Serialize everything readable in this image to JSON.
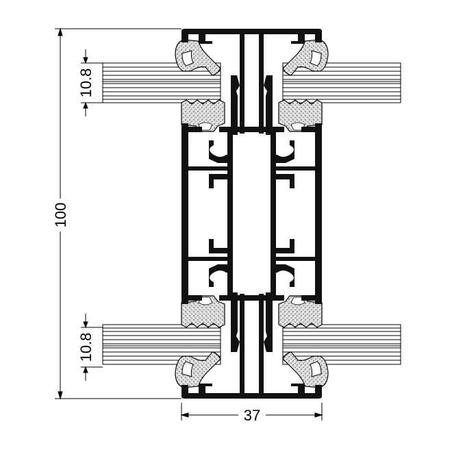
{
  "drawing": {
    "type": "mullion cross-section",
    "colors": {
      "profile": "#111111",
      "gasket": "#d0d0d0",
      "line": "#000000",
      "background": "#ffffff"
    }
  },
  "dimensions": {
    "overall_height": "100",
    "glass_top": "10.8",
    "glass_bottom": "10.8",
    "overall_width": "37"
  }
}
